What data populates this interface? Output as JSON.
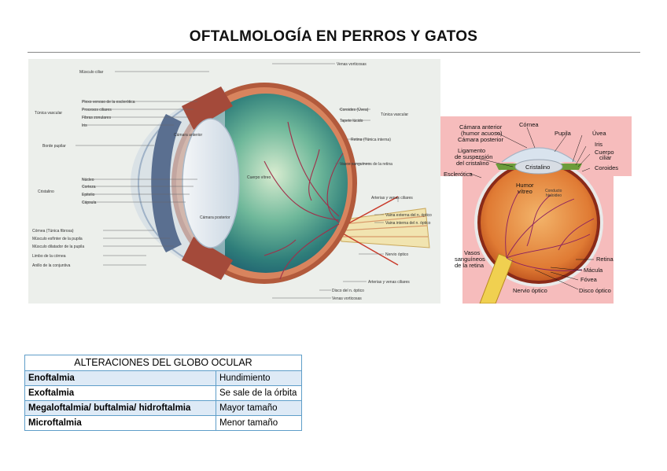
{
  "title": "OFTALMOLOGÍA EN PERROS Y GATOS",
  "figure_left": {
    "labels_left": [
      "Músculo ciliar",
      "Plexo venoso de la esclerótica",
      "Procesos ciliares",
      "Fibras zonulares",
      "Iris",
      "Túnica vascular",
      "Borde pupilar",
      "Núcleo",
      "Corteza",
      "Epitelio",
      "Cápsula",
      "Cristalino",
      "Córnea (Túnica fibrosa)",
      "Músculo esfínter de la pupila",
      "Músculo dilatador de la pupila",
      "Limbo de la córnea",
      "Anillo de la conjuntiva"
    ],
    "labels_right": [
      "Venas vorticosas",
      "Coroides (Úvea)",
      "Túnica vascular",
      "Tapete lúcido",
      "Retina (Túnica interna)",
      "Vasos sanguíneos de la retina",
      "Arterias y venas ciliares",
      "Vaina externa del n. óptico",
      "Vaina interna del n. óptico",
      "Nervio óptico",
      "Arterias y venas ciliares",
      "Disco del n. óptico",
      "Venas vorticosas"
    ],
    "labels_inner": [
      "Cámara anterior",
      "Cuerpo vítreo",
      "Cámara posterior"
    ]
  },
  "figure_right": {
    "labels": [
      "Cámara anterior",
      "(humor acuoso)",
      "Cámara posterior",
      "Córnea",
      "Pupila",
      "Úvea",
      "Iris",
      "Cuerpo",
      "ciliar",
      "Coroides",
      "Ligamento",
      "de suspensión",
      "del cristalino",
      "Cristalino",
      "Esclerótica",
      "Humor",
      "vítreo",
      "Conducto",
      "hialoideo",
      "Vasos",
      "sanguíneos",
      "de la retina",
      "Retina",
      "Mácula",
      "Fóvea",
      "Nervio óptico",
      "Disco óptico"
    ]
  },
  "table": {
    "header": "ALTERACIONES DEL GLOBO OCULAR",
    "rows": [
      {
        "term": "Enoftalmia",
        "meaning": "Hundimiento"
      },
      {
        "term": "Exoftalmia",
        "meaning": "Se sale de la órbita"
      },
      {
        "term": "Megaloftalmia/ buftalmia/ hidroftalmia",
        "meaning": "Mayor tamaño"
      },
      {
        "term": "Microftalmia",
        "meaning": "Menor tamaño"
      }
    ]
  }
}
